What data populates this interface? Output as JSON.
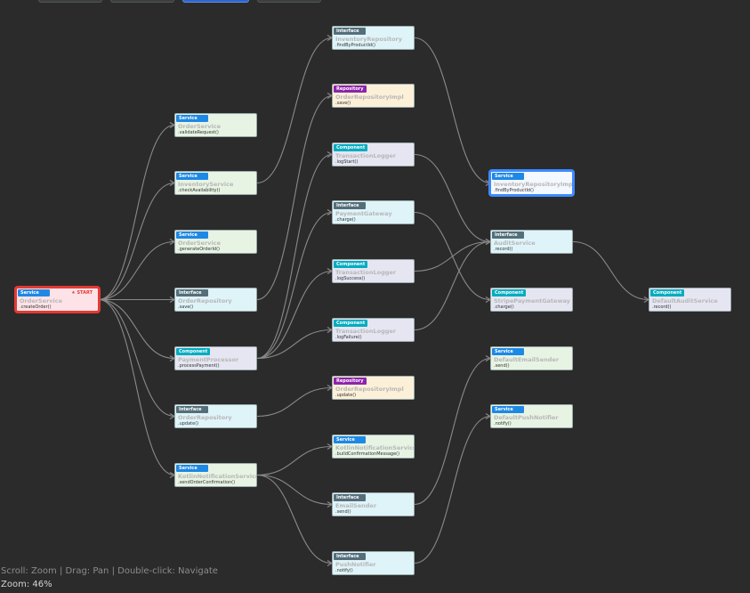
{
  "colors": {
    "background": "#2b2b2b",
    "service": "#1e88e5",
    "interface": "#546e7a",
    "repository": "#8e24aa",
    "component": "#00acc1",
    "start": "#e53935",
    "highlight": "#3d8bff"
  },
  "graph": {
    "start_label": "★ START",
    "nodes": [
      {
        "id": "n0",
        "type": "Service",
        "cls": "OrderService",
        "method": ".createOrder()",
        "start": true
      },
      {
        "id": "n1",
        "type": "Service",
        "cls": "OrderService",
        "method": ".validateRequest()"
      },
      {
        "id": "n2",
        "type": "Service",
        "cls": "InventoryService",
        "method": ".checkAvailability()"
      },
      {
        "id": "n3",
        "type": "Service",
        "cls": "OrderService",
        "method": ".generateOrderId()"
      },
      {
        "id": "n4",
        "type": "Interface",
        "cls": "OrderRepository",
        "method": ".save()"
      },
      {
        "id": "n5",
        "type": "Component",
        "cls": "PaymentProcessor",
        "method": ".processPayment()"
      },
      {
        "id": "n6",
        "type": "Interface",
        "cls": "OrderRepository",
        "method": ".update()"
      },
      {
        "id": "n7",
        "type": "Service",
        "cls": "KotlinNotificationService",
        "method": ".sendOrderConfirmation()"
      },
      {
        "id": "n8",
        "type": "Interface",
        "cls": "InventoryRepository",
        "method": ".findByProductId()"
      },
      {
        "id": "n9",
        "type": "Repository",
        "cls": "OrderRepositoryImpl",
        "method": ".save()"
      },
      {
        "id": "n10",
        "type": "Component",
        "cls": "TransactionLogger",
        "method": ".logStart()"
      },
      {
        "id": "n11",
        "type": "Interface",
        "cls": "PaymentGateway",
        "method": ".charge()"
      },
      {
        "id": "n12",
        "type": "Component",
        "cls": "TransactionLogger",
        "method": ".logSuccess()"
      },
      {
        "id": "n13",
        "type": "Component",
        "cls": "TransactionLogger",
        "method": ".logFailure()"
      },
      {
        "id": "n14",
        "type": "Repository",
        "cls": "OrderRepositoryImpl",
        "method": ".update()"
      },
      {
        "id": "n15",
        "type": "Service",
        "cls": "KotlinNotificationService",
        "method": ".buildConfirmationMessage()"
      },
      {
        "id": "n16",
        "type": "Interface",
        "cls": "EmailSender",
        "method": ".send()"
      },
      {
        "id": "n17",
        "type": "Interface",
        "cls": "PushNotifier",
        "method": ".notify()"
      },
      {
        "id": "n18",
        "type": "Service",
        "cls": "InventoryRepositoryImpl",
        "method": ".findByProductId()",
        "highlight": true
      },
      {
        "id": "n19",
        "type": "Interface",
        "cls": "AuditService",
        "method": ".record()"
      },
      {
        "id": "n20",
        "type": "Component",
        "cls": "StripePaymentGateway",
        "method": ".charge()"
      },
      {
        "id": "n21",
        "type": "Service",
        "cls": "DefaultEmailSender",
        "method": ".send()"
      },
      {
        "id": "n22",
        "type": "Service",
        "cls": "DefaultPushNotifier",
        "method": ".notify()"
      },
      {
        "id": "n23",
        "type": "Component",
        "cls": "DefaultAuditService",
        "method": ".record()"
      }
    ],
    "edges": [
      [
        "n0",
        "n1"
      ],
      [
        "n0",
        "n2"
      ],
      [
        "n0",
        "n3"
      ],
      [
        "n0",
        "n4"
      ],
      [
        "n0",
        "n5"
      ],
      [
        "n0",
        "n6"
      ],
      [
        "n0",
        "n7"
      ],
      [
        "n2",
        "n8"
      ],
      [
        "n4",
        "n9"
      ],
      [
        "n5",
        "n10"
      ],
      [
        "n5",
        "n11"
      ],
      [
        "n5",
        "n12"
      ],
      [
        "n5",
        "n13"
      ],
      [
        "n6",
        "n14"
      ],
      [
        "n7",
        "n15"
      ],
      [
        "n7",
        "n16"
      ],
      [
        "n7",
        "n17"
      ],
      [
        "n8",
        "n18"
      ],
      [
        "n10",
        "n19"
      ],
      [
        "n12",
        "n19"
      ],
      [
        "n13",
        "n19"
      ],
      [
        "n11",
        "n20"
      ],
      [
        "n16",
        "n21"
      ],
      [
        "n17",
        "n22"
      ],
      [
        "n19",
        "n23"
      ]
    ]
  },
  "status": {
    "help": "Scroll: Zoom | Drag: Pan | Double-click: Navigate",
    "zoom": "Zoom: 46%"
  }
}
